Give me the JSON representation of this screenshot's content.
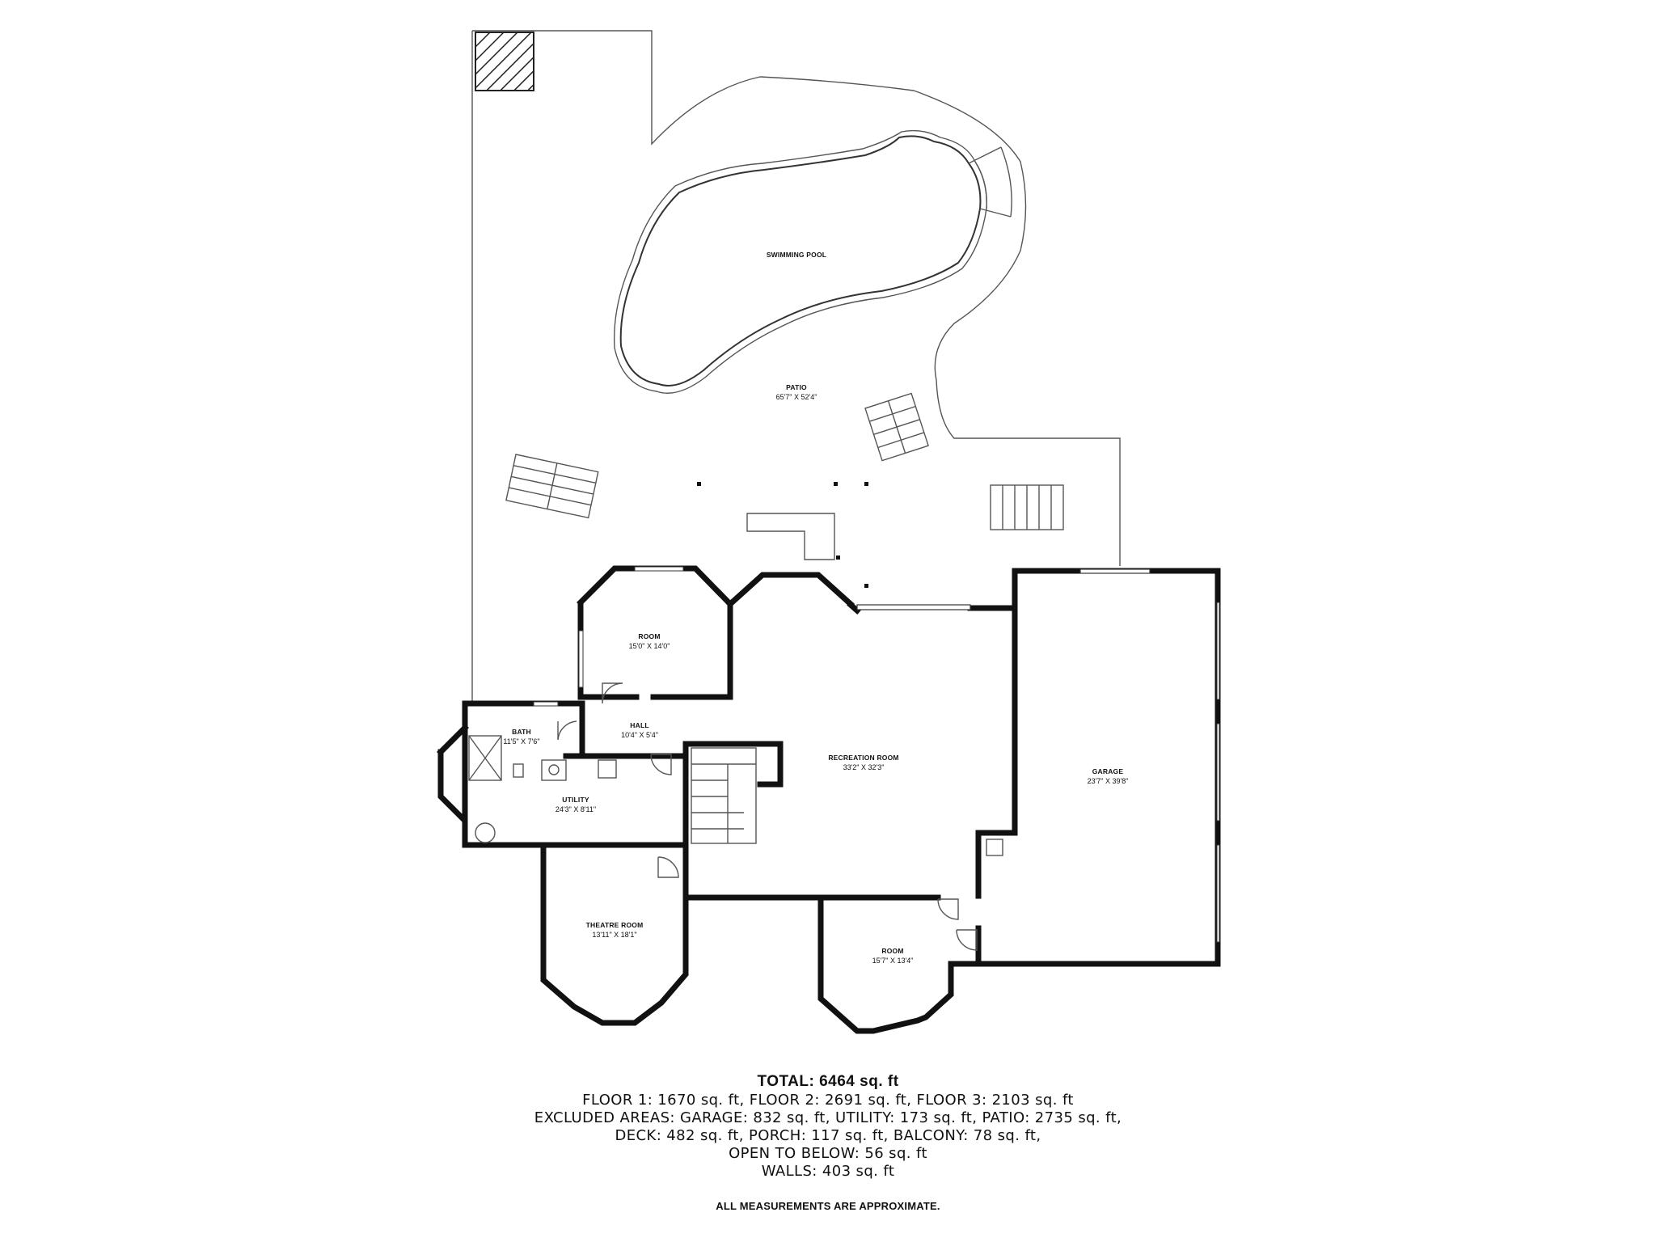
{
  "rooms": {
    "swimming_pool": {
      "name": "SWIMMING POOL",
      "dims": ""
    },
    "patio": {
      "name": "PATIO",
      "dims": "65'7\" X 52'4\""
    },
    "room_upper": {
      "name": "ROOM",
      "dims": "15'0\" X 14'0\""
    },
    "hall": {
      "name": "HALL",
      "dims": "10'4\" X 5'4\""
    },
    "bath": {
      "name": "BATH",
      "dims": "11'5\" X 7'6\""
    },
    "recreation": {
      "name": "RECREATION ROOM",
      "dims": "33'2\" X 32'3\""
    },
    "garage": {
      "name": "GARAGE",
      "dims": "23'7\" X 39'8\""
    },
    "utility": {
      "name": "UTILITY",
      "dims": "24'3\" X 8'11\""
    },
    "theatre": {
      "name": "THEATRE ROOM",
      "dims": "13'11\" X 18'1\""
    },
    "room_lower": {
      "name": "ROOM",
      "dims": "15'7\" X 13'4\""
    }
  },
  "summary": {
    "total": "TOTAL: 6464 sq. ft",
    "lines": [
      "FLOOR 1: 1670 sq. ft, FLOOR 2: 2691 sq. ft, FLOOR 3: 2103 sq. ft",
      "EXCLUDED AREAS: GARAGE: 832 sq. ft, UTILITY: 173 sq. ft, PATIO: 2735 sq. ft,",
      "DECK: 482 sq. ft, PORCH: 117 sq. ft, BALCONY: 78 sq. ft,",
      "OPEN TO BELOW: 56 sq. ft",
      "WALLS: 403 sq. ft"
    ],
    "note": "ALL MEASUREMENTS ARE APPROXIMATE."
  }
}
